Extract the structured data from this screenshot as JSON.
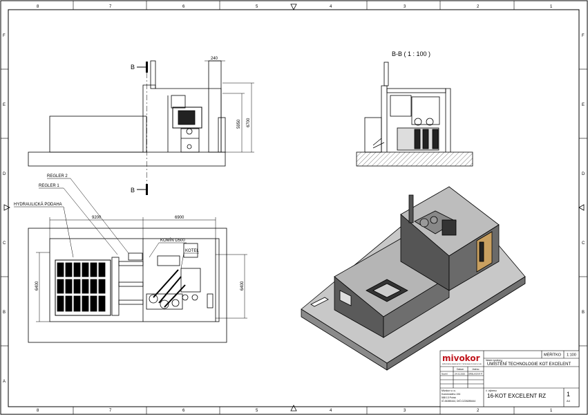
{
  "frame": {
    "col_labels_top": [
      "8",
      "7",
      "6",
      "5",
      "4",
      "3",
      "2",
      "1"
    ],
    "col_labels_bottom": [
      "8",
      "7",
      "6",
      "5",
      "4",
      "3",
      "2",
      "1"
    ],
    "row_labels": [
      "F",
      "E",
      "D",
      "C",
      "B",
      "A"
    ]
  },
  "elevation": {
    "section_mark_top": "B",
    "section_mark_bottom": "B",
    "dim_240": "240",
    "dim_5950": "5950",
    "dim_6700": "6700"
  },
  "section": {
    "title": "B-B ( 1 : 100 )"
  },
  "plan": {
    "dim_9200": "9200",
    "dim_6900": "6900",
    "dim_6400_left": "6400",
    "dim_6400_right": "6400",
    "label_regler2": "REGLER 2",
    "label_regler1": "REGLER 1",
    "label_hydraulic": "HYDRAULICKÁ PODAHA",
    "label_chimney": "KOMÍN D500",
    "label_boiler": "KOTEL"
  },
  "title_block": {
    "logo": "mivokor",
    "logo_sub": "INŽENÝRING ENERGETIKY TEPELNÁ A TECHNOLOGIE",
    "scale_label": "MĚŘÍTKO",
    "scale_value": "1:100",
    "drawing_name_label": "Název souboru",
    "drawing_name": "UMÍSTĚNÍ TECHNOLOGIE KOT EXCELENT",
    "col_datum": "Datum",
    "col_jmeno": "Jméno",
    "row_label": "Navrhl",
    "row_date": "24.02.2020",
    "row_name": "DRBLIKOVÁ P",
    "number_label": "č. výkresu",
    "number": "16-KOT EXCELENT RZ",
    "sheet": "1",
    "sheet_format": "A4",
    "company_lines": [
      "Mivokor s.r.o.",
      "Komenského 194",
      "588 13 Polná",
      "IČ:26285444, DIČ:CZ26285444"
    ]
  }
}
